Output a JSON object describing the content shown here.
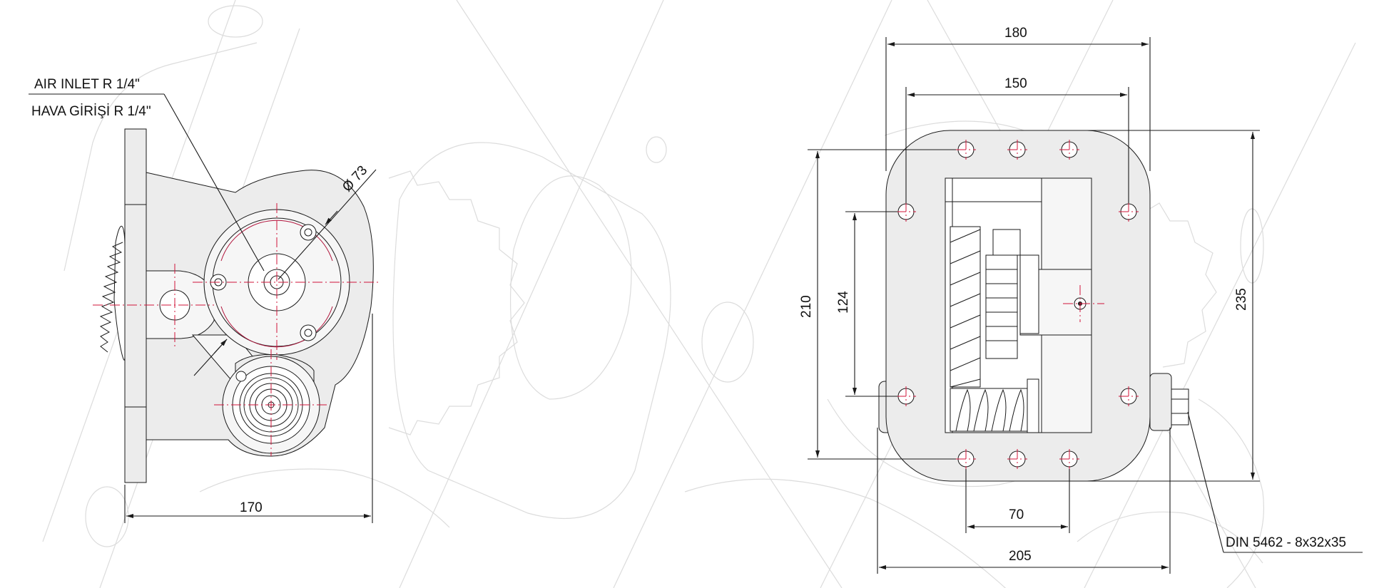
{
  "labels": {
    "air_inlet_en": "AIR INLET R 1/4\"",
    "air_inlet_tr": "HAVA  GİRİŞİ R 1/4\"",
    "diameter": "Ø 73",
    "shaft_spec": "DIN 5462 - 8x32x35"
  },
  "dimensions": {
    "side_width": "170",
    "front_outer_width": "180",
    "front_bolt_spacing": "150",
    "front_height_left": "210",
    "front_inner_height": "124",
    "front_total_height": "235",
    "front_bottom_bolts": "70",
    "front_total_width": "205"
  },
  "colors": {
    "line": "#1a1a1a",
    "center_line": "#d0143a",
    "fill": "#ececec",
    "ghost": "#dcdcdc"
  }
}
